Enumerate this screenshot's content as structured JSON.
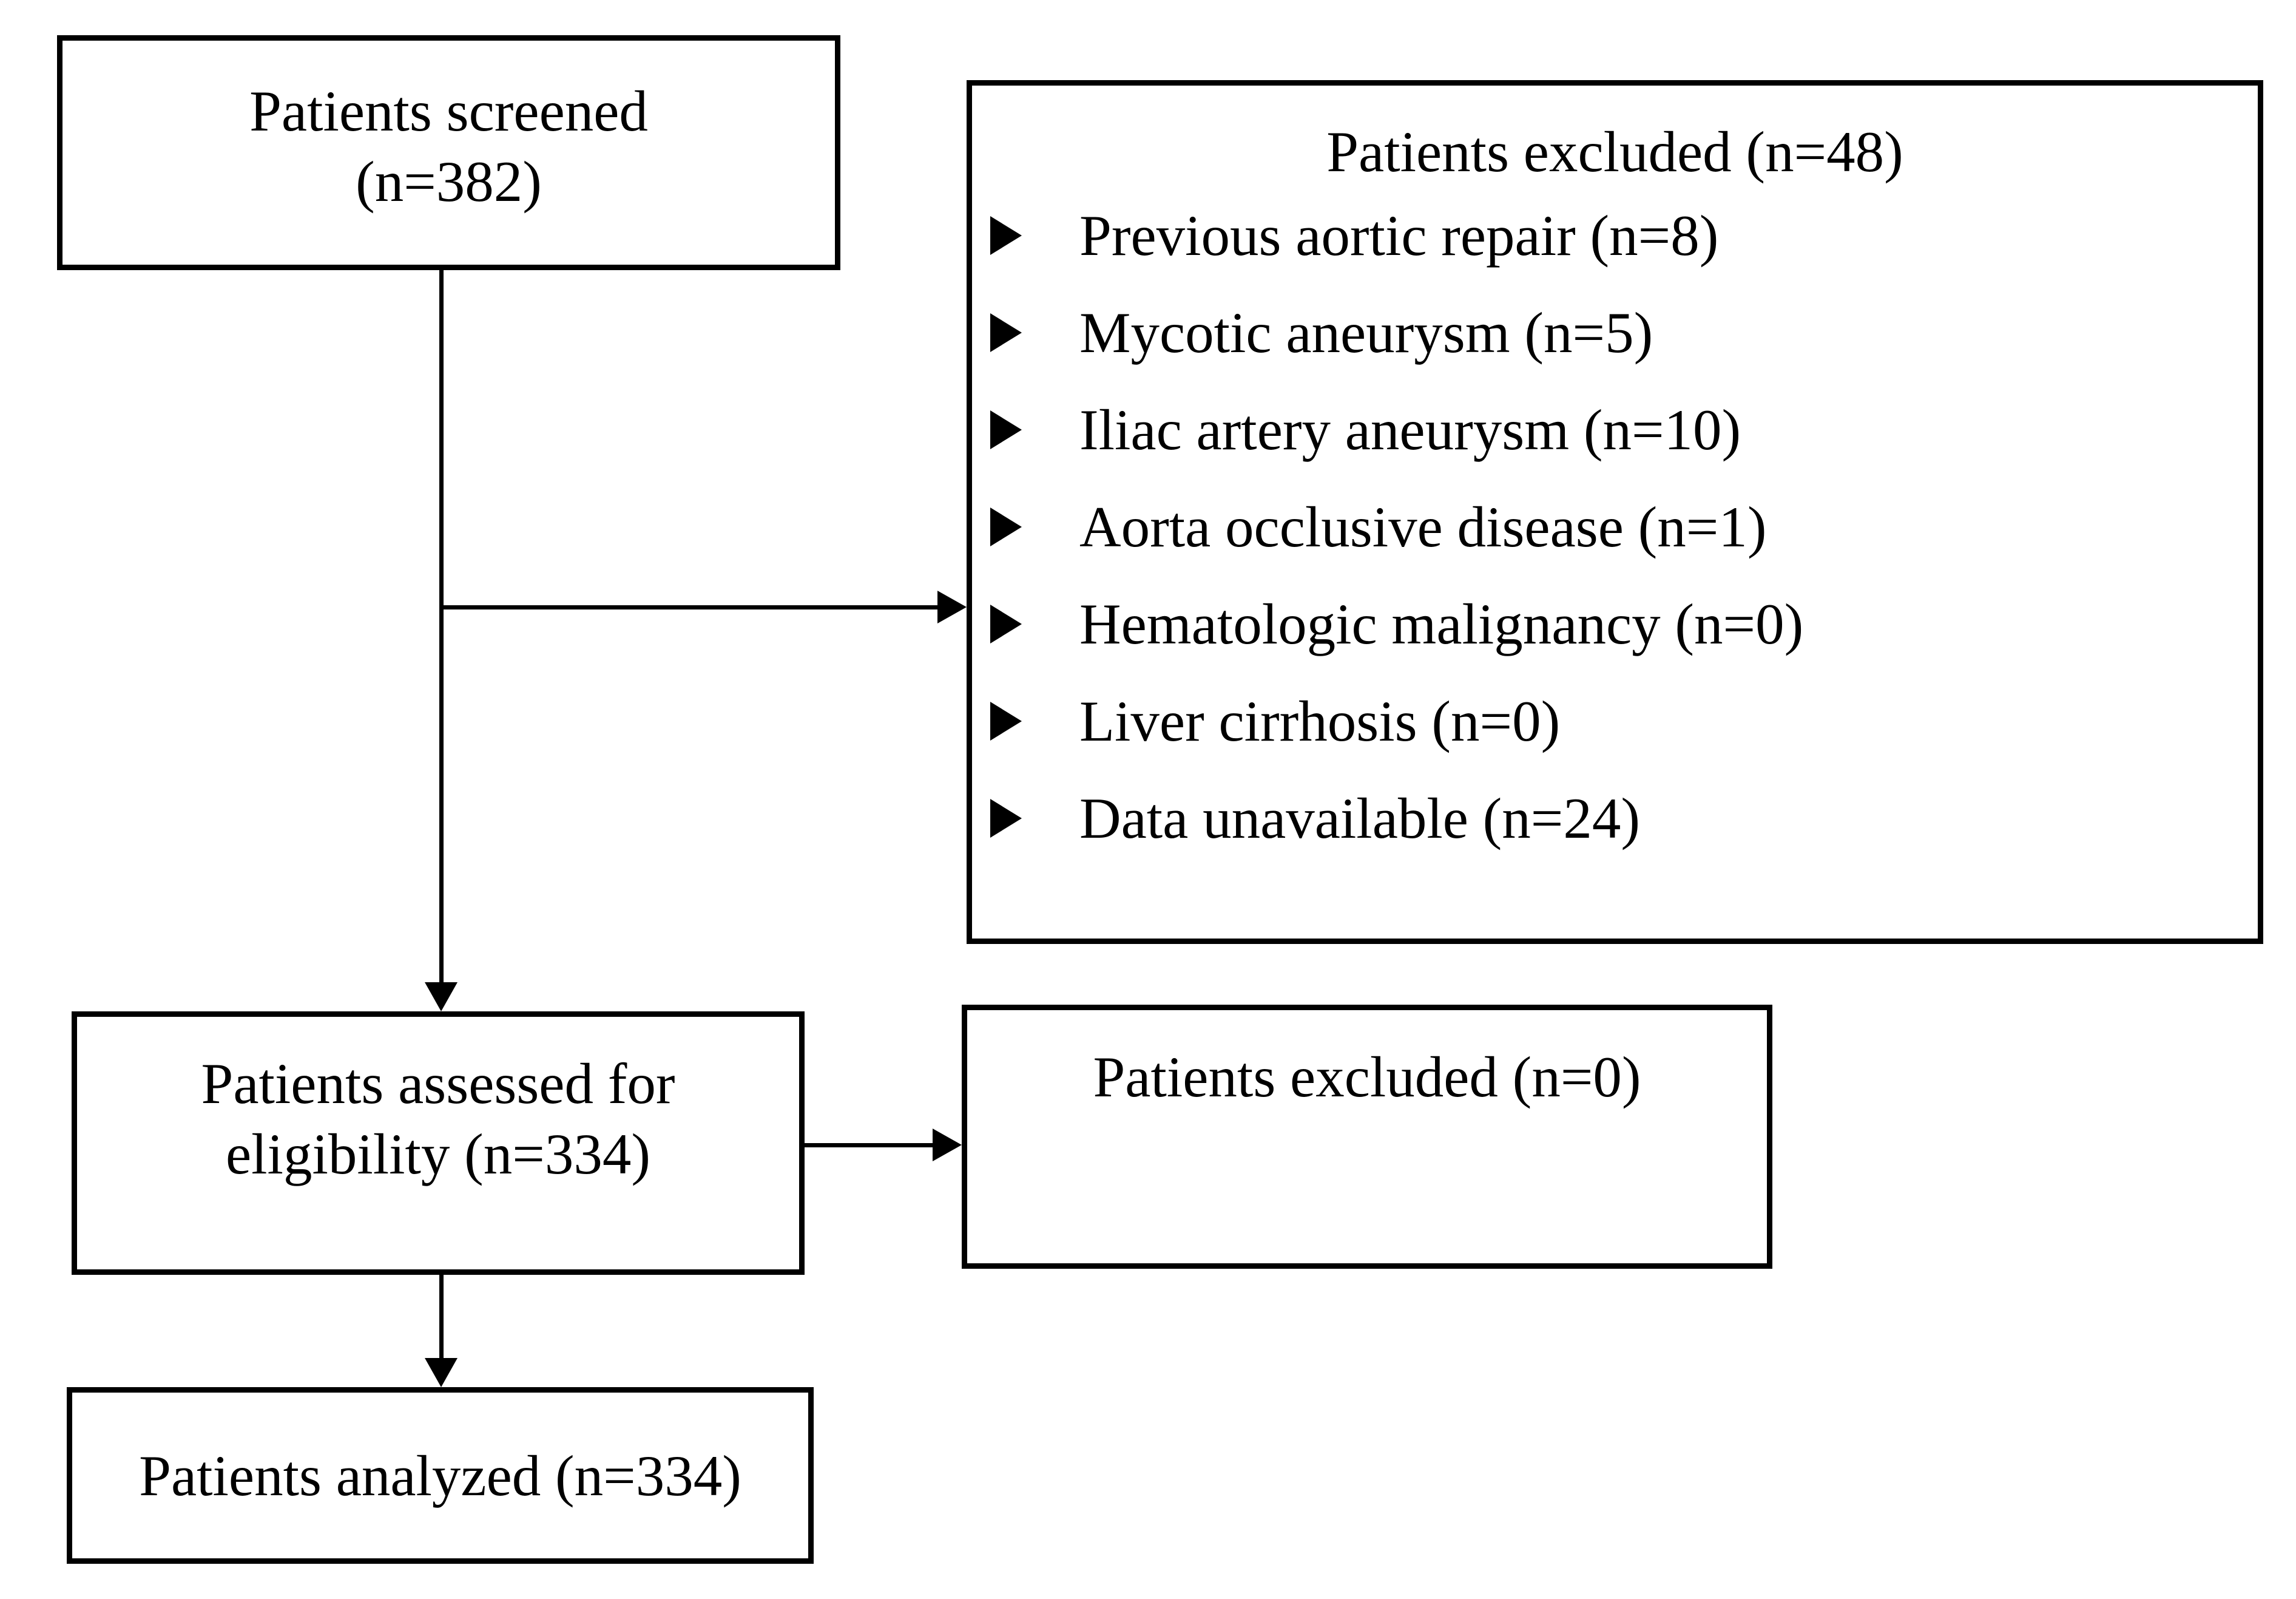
{
  "diagram": {
    "colors": {
      "background": "#ffffff",
      "line": "#000000",
      "text": "#000000"
    },
    "boxes": {
      "screened": {
        "line1": "Patients screened",
        "line2": "(n=382)"
      },
      "excluded_main": {
        "title": "Patients excluded (n=48)",
        "items": [
          "Previous aortic repair (n=8)",
          "Mycotic aneurysm (n=5)",
          "Iliac artery aneurysm (n=10)",
          "Aorta occlusive disease (n=1)",
          "Hematologic malignancy (n=0)",
          "Liver cirrhosis (n=0)",
          "Data unavailable (n=24)"
        ]
      },
      "assessed": {
        "line1": "Patients assessed for",
        "line2": "eligibility (n=334)"
      },
      "excluded_followup": {
        "label": "Patients excluded (n=0)"
      },
      "analyzed": {
        "label": "Patients analyzed (n=334)"
      }
    }
  }
}
